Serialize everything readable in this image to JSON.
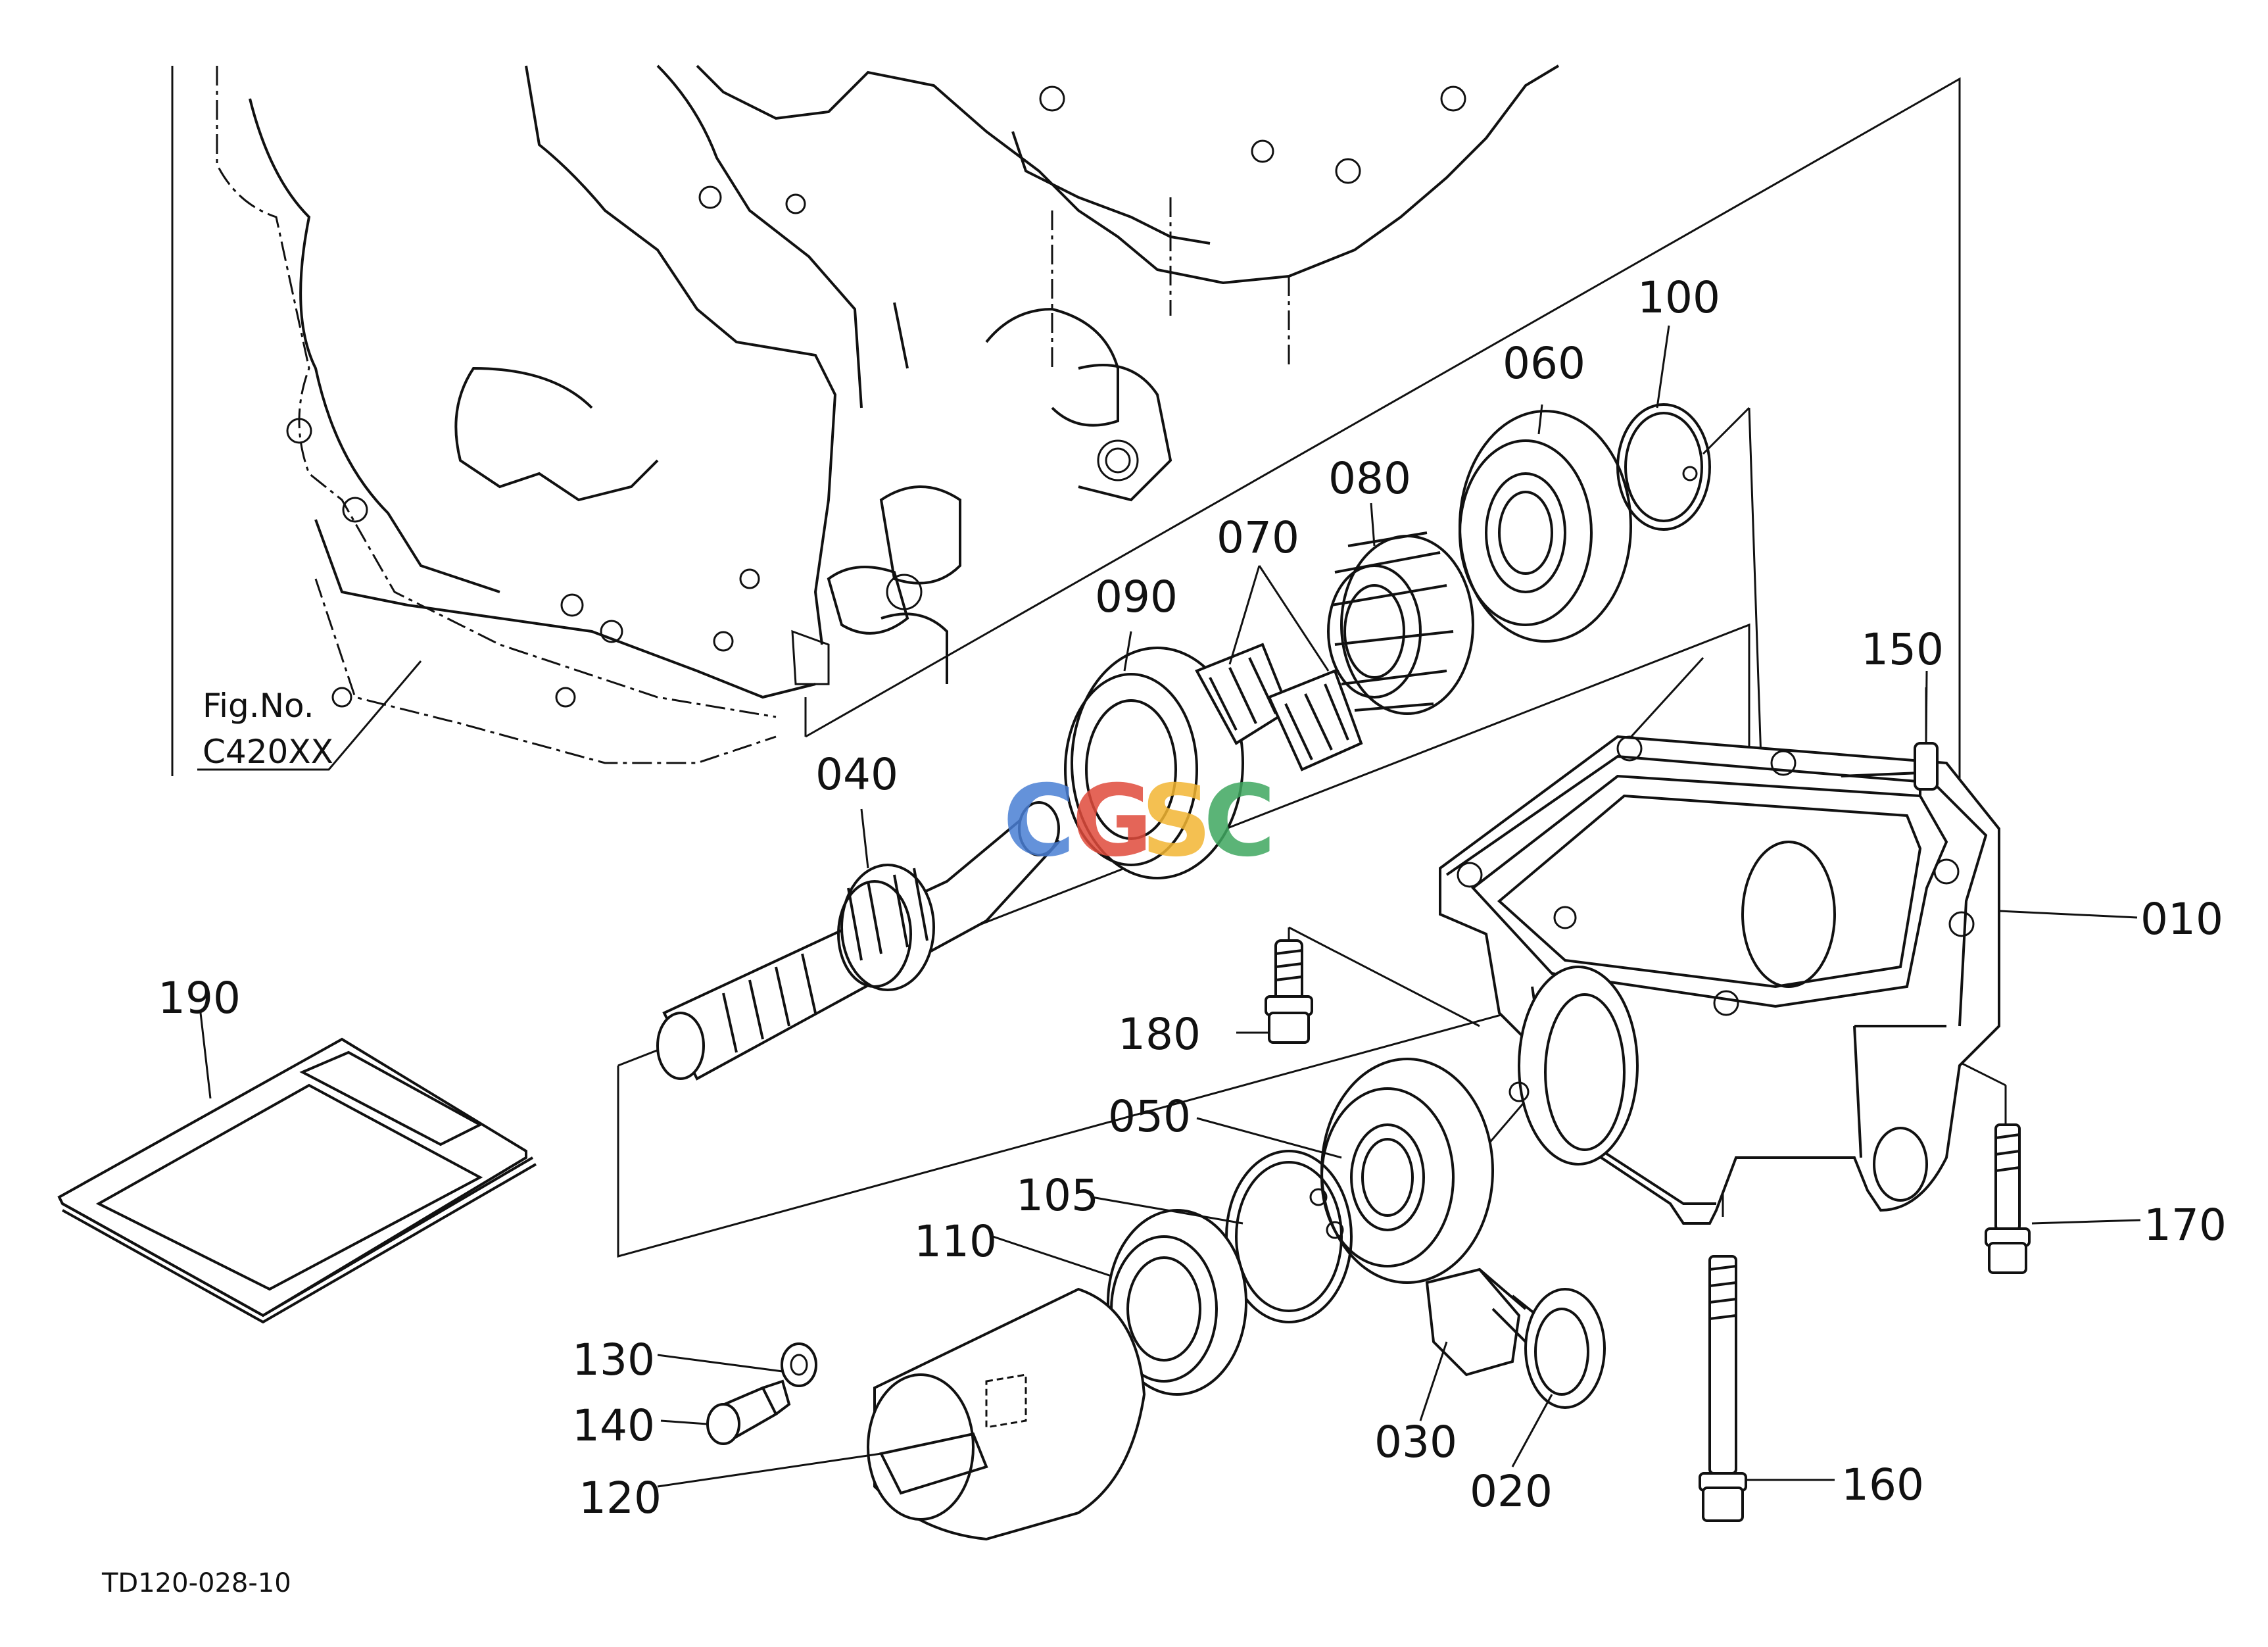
{
  "diagram": {
    "fig_ref_line1": "Fig.No.",
    "fig_ref_line2": "C420XX",
    "doc_code": "TD120-028-10",
    "watermark": {
      "text": "CGSC",
      "colors": [
        "#4a7fd4",
        "#e04b3c",
        "#f3b633",
        "#3fa860"
      ]
    },
    "parts": [
      {
        "id": "p010",
        "label": "010"
      },
      {
        "id": "p020",
        "label": "020"
      },
      {
        "id": "p030",
        "label": "030"
      },
      {
        "id": "p040",
        "label": "040"
      },
      {
        "id": "p050",
        "label": "050"
      },
      {
        "id": "p060",
        "label": "060"
      },
      {
        "id": "p070",
        "label": "070"
      },
      {
        "id": "p080",
        "label": "080"
      },
      {
        "id": "p090",
        "label": "090"
      },
      {
        "id": "p100",
        "label": "100"
      },
      {
        "id": "p105",
        "label": "105"
      },
      {
        "id": "p110",
        "label": "110"
      },
      {
        "id": "p120",
        "label": "120"
      },
      {
        "id": "p130",
        "label": "130"
      },
      {
        "id": "p140",
        "label": "140"
      },
      {
        "id": "p150",
        "label": "150"
      },
      {
        "id": "p160",
        "label": "160"
      },
      {
        "id": "p170",
        "label": "170"
      },
      {
        "id": "p180",
        "label": "180"
      },
      {
        "id": "p190",
        "label": "190"
      }
    ]
  }
}
